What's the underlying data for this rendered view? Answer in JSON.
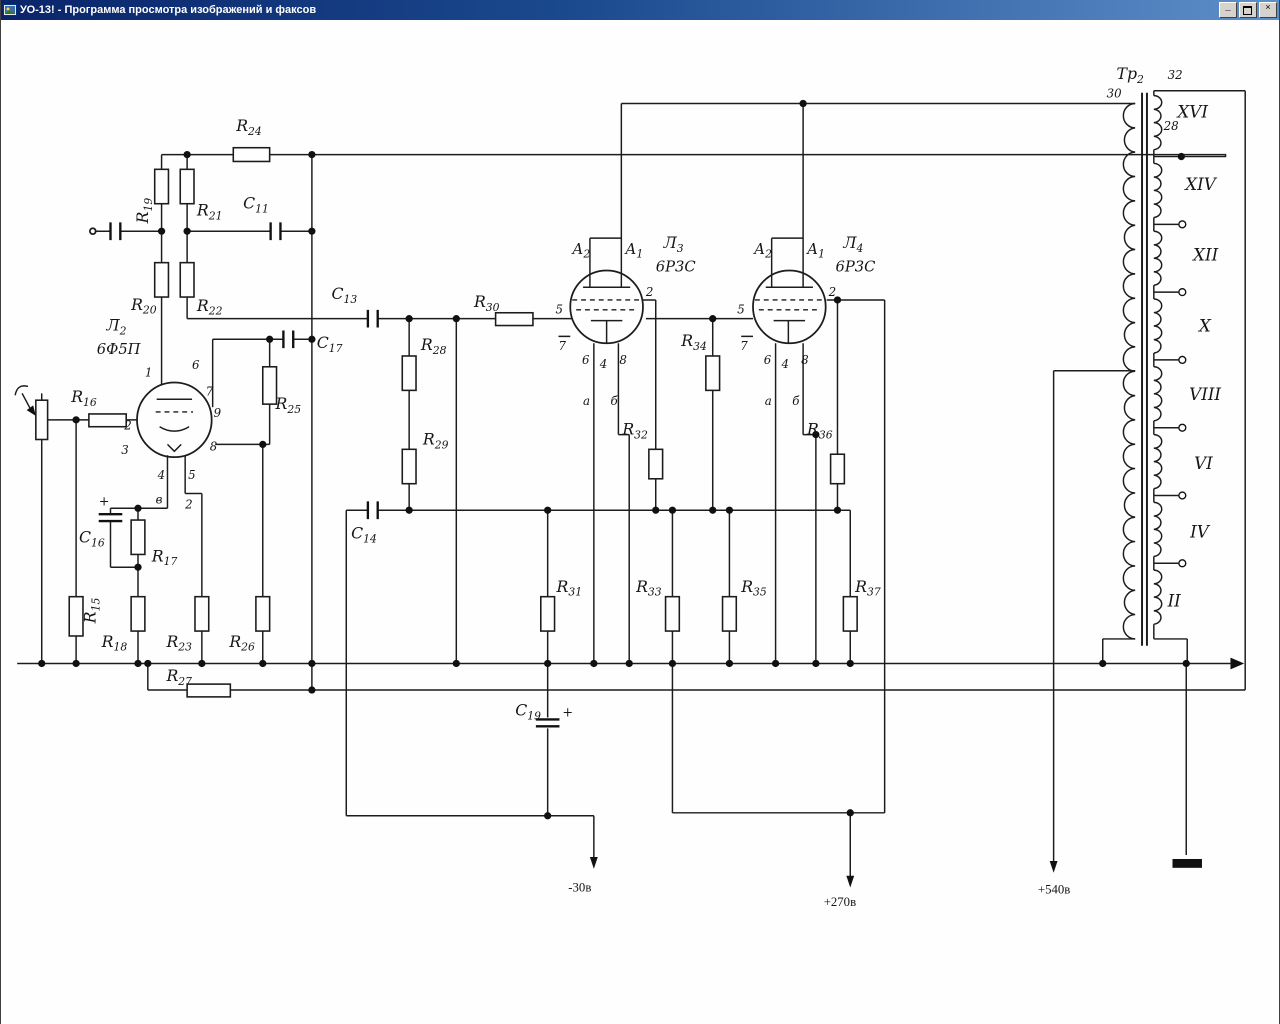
{
  "window": {
    "title": "УО-13! - Программа просмотра изображений и факсов",
    "buttons": {
      "minimize": "_",
      "close": "×"
    }
  },
  "s": {
    "res": {
      "r15": {
        "p": "R",
        "s": "15"
      },
      "r16": {
        "p": "R",
        "s": "16"
      },
      "r17": {
        "p": "R",
        "s": "17"
      },
      "r18": {
        "p": "R",
        "s": "18"
      },
      "r19": {
        "p": "R",
        "s": "19"
      },
      "r20": {
        "p": "R",
        "s": "20"
      },
      "r21": {
        "p": "R",
        "s": "21"
      },
      "r22": {
        "p": "R",
        "s": "22"
      },
      "r23": {
        "p": "R",
        "s": "23"
      },
      "r24": {
        "p": "R",
        "s": "24"
      },
      "r25": {
        "p": "R",
        "s": "25"
      },
      "r26": {
        "p": "R",
        "s": "26"
      },
      "r27": {
        "p": "R",
        "s": "27"
      },
      "r28": {
        "p": "R",
        "s": "28"
      },
      "r29": {
        "p": "R",
        "s": "29"
      },
      "r30": {
        "p": "R",
        "s": "30"
      },
      "r31": {
        "p": "R",
        "s": "31"
      },
      "r32": {
        "p": "R",
        "s": "32"
      },
      "r33": {
        "p": "R",
        "s": "33"
      },
      "r34": {
        "p": "R",
        "s": "34"
      },
      "r35": {
        "p": "R",
        "s": "35"
      },
      "r36": {
        "p": "R",
        "s": "36"
      },
      "r37": {
        "p": "R",
        "s": "37"
      }
    },
    "cap": {
      "c11": {
        "p": "С",
        "s": "11"
      },
      "c13": {
        "p": "С",
        "s": "13"
      },
      "c14": {
        "p": "С",
        "s": "14"
      },
      "c16": {
        "p": "С",
        "s": "16"
      },
      "c17": {
        "p": "С",
        "s": "17"
      },
      "c19": {
        "p": "С",
        "s": "19"
      }
    },
    "tubes": {
      "l2": {
        "p": "Л",
        "s": "2"
      },
      "l2type": "6Ф5П",
      "l3": {
        "p": "Л",
        "s": "3"
      },
      "l3type": "6Р3С",
      "l4": {
        "p": "Л",
        "s": "4"
      },
      "l4type": "6Р3С",
      "a1": {
        "p": "А",
        "s": "1"
      },
      "a2": {
        "p": "А",
        "s": "2"
      }
    },
    "pins": {
      "n1": "1",
      "n2": "2",
      "n3": "3",
      "n4": "4",
      "n5": "5",
      "n6": "6",
      "n7": "7",
      "n8": "8",
      "n9": "9",
      "v": "в",
      "a": "а",
      "b": "б"
    },
    "tr": {
      "name": {
        "p": "Тр",
        "s": "2"
      },
      "t30": "30",
      "t32": "32",
      "t28": "28",
      "windings": [
        "XVI",
        "XIV",
        "XII",
        "X",
        "VIII",
        "VI",
        "IV",
        "II"
      ]
    },
    "volt": {
      "neg30": "-30в",
      "p270": "+270в",
      "p540": "+540в"
    },
    "plus": "+"
  }
}
